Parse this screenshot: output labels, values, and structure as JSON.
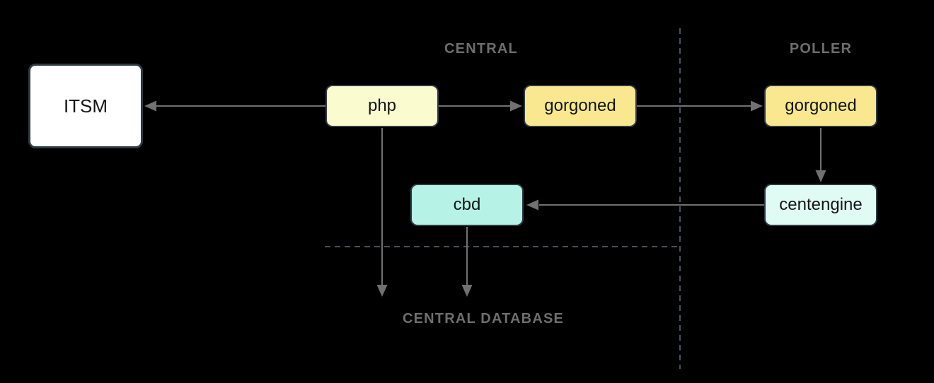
{
  "diagram": {
    "background": "#000000",
    "zones": [
      {
        "id": "central",
        "label": "CENTRAL"
      },
      {
        "id": "poller",
        "label": "POLLER"
      }
    ],
    "nodes": [
      {
        "id": "itsm",
        "label": "ITSM",
        "fill": "#ffffff",
        "zone": "central"
      },
      {
        "id": "php",
        "label": "php",
        "fill": "#fbfbd0",
        "zone": "central"
      },
      {
        "id": "gorgoned-central",
        "label": "gorgoned",
        "fill": "#f9e88f",
        "zone": "central"
      },
      {
        "id": "gorgoned-poller",
        "label": "gorgoned",
        "fill": "#f9e88f",
        "zone": "poller"
      },
      {
        "id": "cbd",
        "label": "cbd",
        "fill": "#b6f3e6",
        "zone": "central"
      },
      {
        "id": "centengine",
        "label": "centengine",
        "fill": "#e0fbf4",
        "zone": "poller"
      }
    ],
    "database_label": "CENTRAL DATABASE",
    "edges": [
      {
        "from": "php",
        "to": "itsm"
      },
      {
        "from": "php",
        "to": "gorgoned-central"
      },
      {
        "from": "gorgoned-central",
        "to": "gorgoned-poller"
      },
      {
        "from": "gorgoned-poller",
        "to": "centengine"
      },
      {
        "from": "centengine",
        "to": "cbd"
      },
      {
        "from": "php",
        "to": "central-database"
      },
      {
        "from": "cbd",
        "to": "central-database"
      }
    ],
    "colors": {
      "edge_line": "#717171",
      "dashed_separator": "#47525a",
      "node_border": "#2e3942",
      "zone_label_text": "#6e6e6e",
      "node_text": "#151515"
    }
  }
}
